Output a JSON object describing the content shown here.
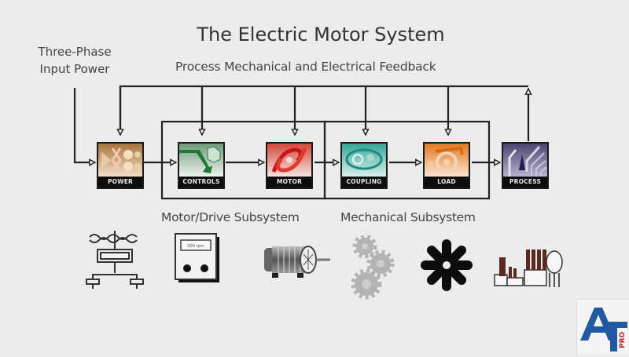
{
  "title": "The Electric Motor System",
  "subtitle": "Process Mechanical and Electrical Feedback",
  "input_label": {
    "line1": "Three-Phase",
    "line2": "Input Power"
  },
  "blocks": [
    {
      "id": "power",
      "label": "POWER",
      "color": "#b8874f"
    },
    {
      "id": "controls",
      "label": "CONTROLS",
      "color": "#2e7d3c"
    },
    {
      "id": "motor",
      "label": "MOTOR",
      "color": "#d8342a"
    },
    {
      "id": "coupling",
      "label": "COUPLING",
      "color": "#3fb3a3"
    },
    {
      "id": "load",
      "label": "LOAD",
      "color": "#e9822d"
    },
    {
      "id": "process",
      "label": "PROCESS",
      "color": "#4a4670"
    }
  ],
  "subsystems": {
    "motor_drive": "Motor/Drive Subsystem",
    "mechanical": "Mechanical Subsystem"
  },
  "bottom_icons": [
    "power-distribution-icon",
    "drive-controller-icon",
    "electric-motor-icon",
    "gears-coupling-icon",
    "fan-load-icon",
    "industrial-plant-icon"
  ],
  "drive_display_text": "000 rpm",
  "logo": {
    "letters": "AT",
    "sub": "PRO",
    "color": "#1f5aa3",
    "accent": "#c0282b"
  }
}
